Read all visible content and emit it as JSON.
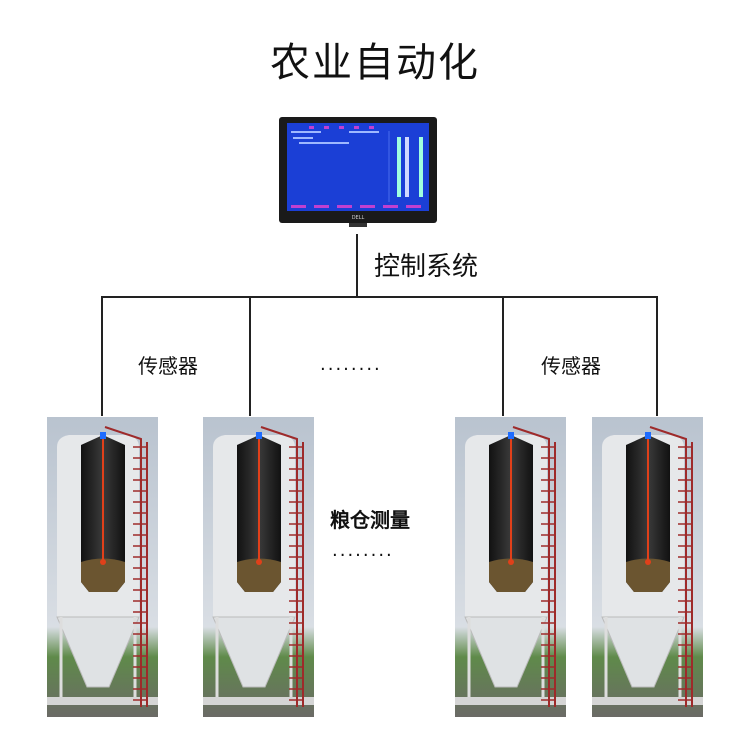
{
  "title": "农业自动化",
  "control_label": "控制系统",
  "sensor_left": "传感器",
  "sensor_right": "传感器",
  "ellipsis_top": "........",
  "measure_label": "粮仓测量",
  "ellipsis_bottom": "........",
  "monitor_brand": "DELL",
  "colors": {
    "screen": "#1b3fd6",
    "probe": "#e0401a",
    "sensor": "#1e6cff",
    "ladder": "#9e2a2a"
  }
}
